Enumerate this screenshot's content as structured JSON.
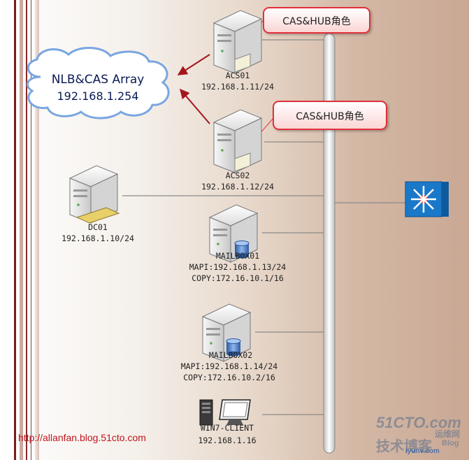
{
  "cloud": {
    "line1": "NLB&CAS Array",
    "line2": "192.168.1.254"
  },
  "callouts": [
    "CAS&HUB角色",
    "CAS&HUB角色"
  ],
  "nodes": {
    "acs01": {
      "name": "ACS01",
      "ip": "192.168.1.11/24"
    },
    "acs02": {
      "name": "ACS02",
      "ip": "192.168.1.12/24"
    },
    "dc01": {
      "name": "DC01",
      "ip": "192.168.1.10/24"
    },
    "mailbox01": {
      "name": "MAILBOX01",
      "mapi": "MAPI:192.168.1.13/24",
      "copy": "COPY:172.16.10.1/16"
    },
    "mailbox02": {
      "name": "MAILBOX02",
      "mapi": "MAPI:192.168.1.14/24",
      "copy": "COPY:172.16.10.2/16"
    },
    "client": {
      "name": "WIN7-CLIENT",
      "ip": "192.168.1.16"
    }
  },
  "footer_url": "http://allanfan.blog.51cto.com",
  "watermark": {
    "site": "51CTO.com",
    "tech": "技术博客",
    "blog": "Blog",
    "brand": "运维网",
    "domain": "iyunv.com"
  },
  "colors": {
    "arrow": "#a4161c",
    "callout_border": "#e0303a",
    "callout_fill": "#fde8e8",
    "switch_blue": "#1a78c8",
    "url_red": "#c0141b"
  }
}
